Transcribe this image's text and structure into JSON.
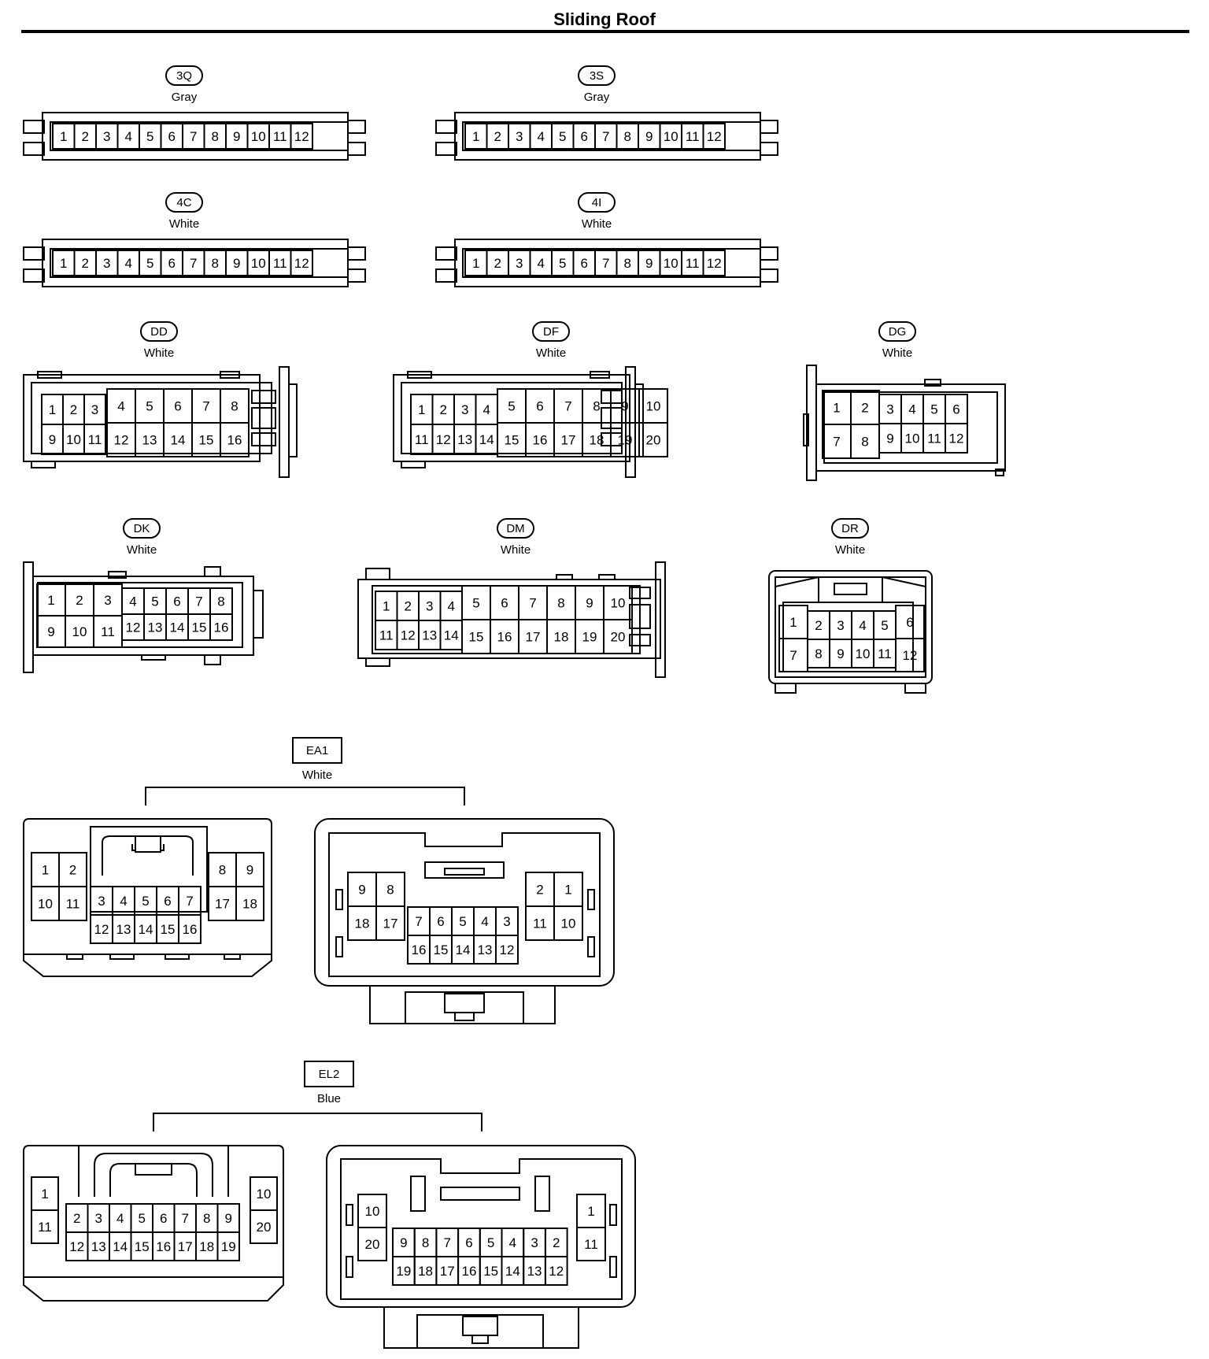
{
  "title": "Sliding Roof",
  "connectors": [
    {
      "code": "3Q",
      "color": "Gray",
      "label_style": "oval"
    },
    {
      "code": "3S",
      "color": "Gray",
      "label_style": "oval"
    },
    {
      "code": "4C",
      "color": "White",
      "label_style": "oval"
    },
    {
      "code": "4I",
      "color": "White",
      "label_style": "oval"
    },
    {
      "code": "DD",
      "color": "White",
      "label_style": "oval"
    },
    {
      "code": "DF",
      "color": "White",
      "label_style": "oval"
    },
    {
      "code": "DG",
      "color": "White",
      "label_style": "oval"
    },
    {
      "code": "DK",
      "color": "White",
      "label_style": "oval"
    },
    {
      "code": "DM",
      "color": "White",
      "label_style": "oval"
    },
    {
      "code": "DR",
      "color": "White",
      "label_style": "oval"
    },
    {
      "code": "EA1",
      "color": "White",
      "label_style": "box"
    },
    {
      "code": "EL2",
      "color": "Blue",
      "label_style": "box"
    }
  ]
}
